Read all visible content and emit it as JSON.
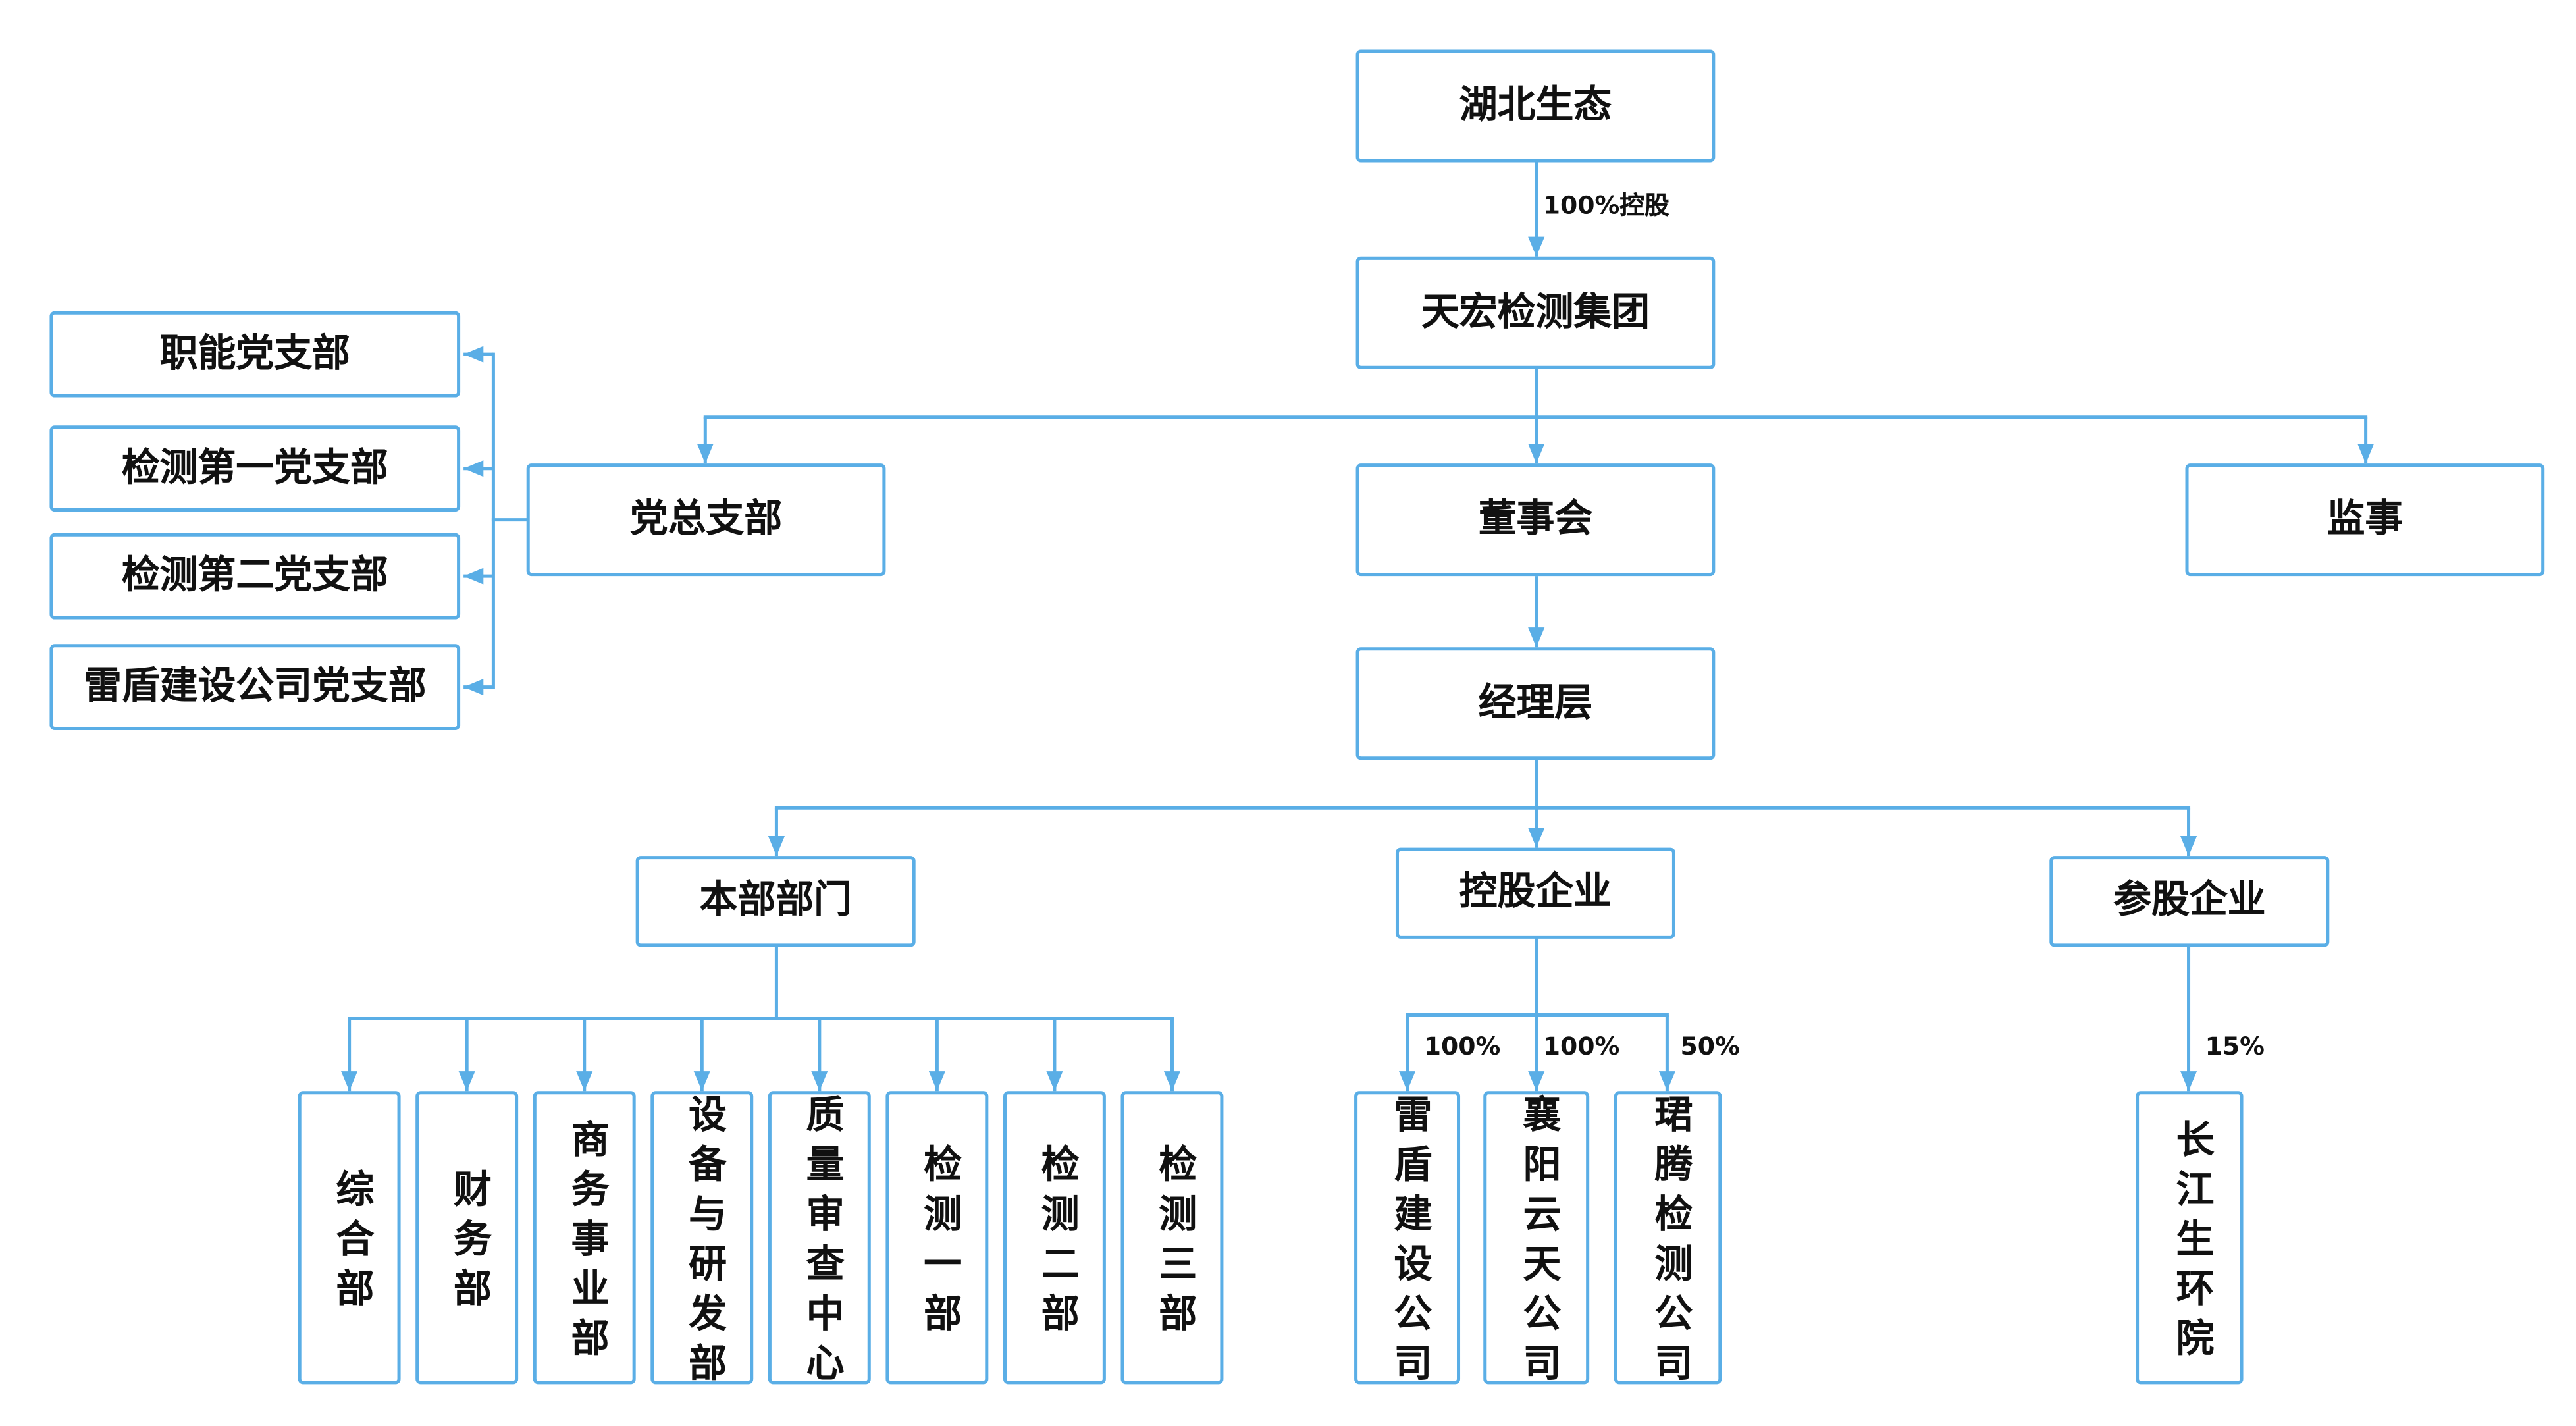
{
  "colors": {
    "line": "#5aaee6",
    "border": "#5aaee6",
    "text": "#111111"
  },
  "root": {
    "label": "湖北生态",
    "edge_label": "100%控股"
  },
  "group": {
    "label": "天宏检测集团"
  },
  "party": {
    "label": "党总支部",
    "branches": [
      "职能党支部",
      "检测第一党支部",
      "检测第二党支部",
      "雷盾建设公司党支部"
    ]
  },
  "board": {
    "label": "董事会"
  },
  "supervisor": {
    "label": "监事"
  },
  "management": {
    "label": "经理层"
  },
  "departments": {
    "label": "本部部门",
    "items": [
      "综合部",
      "财务部",
      "商务事业部",
      "设备与研发部",
      "质量审查中心",
      "检测一部",
      "检测二部",
      "检测三部"
    ]
  },
  "holding": {
    "label": "控股企业",
    "items": [
      {
        "name": "雷盾建设公司",
        "share": "100%"
      },
      {
        "name": "襄阳云天公司",
        "share": "100%"
      },
      {
        "name": "珺腾检测公司",
        "share": "50%"
      }
    ]
  },
  "participating": {
    "label": "参股企业",
    "items": [
      {
        "name": "长江生环院",
        "share": "15%"
      }
    ]
  }
}
